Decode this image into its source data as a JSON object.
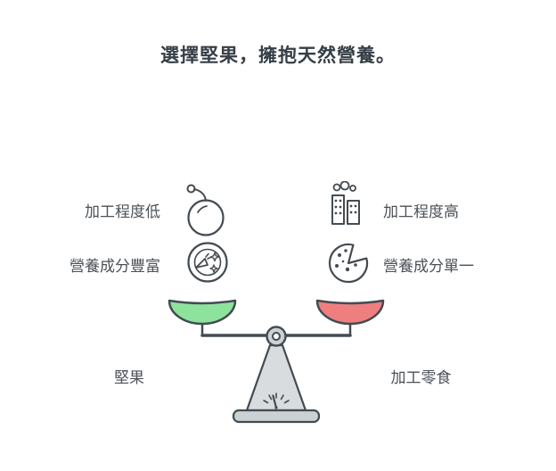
{
  "title": "選擇堅果，擁抱天然營養。",
  "comparison": {
    "left": {
      "row1": "加工程度低",
      "row2": "營養成分豐富",
      "bottom": "堅果"
    },
    "right": {
      "row1": "加工程度高",
      "row2": "營養成分單一",
      "bottom": "加工零食"
    }
  },
  "icons": {
    "left_row1": "fruit-icon",
    "left_row2": "nutrition-plate-icon",
    "right_row1": "factory-icon",
    "right_row2": "processed-cookie-icon",
    "center": "balance-scale"
  },
  "colors": {
    "left_bowl": "#8de39c",
    "right_bowl": "#ef7f7f",
    "outline": "#434b52",
    "scale_body": "#d9dcde",
    "text": "#4b5258"
  }
}
